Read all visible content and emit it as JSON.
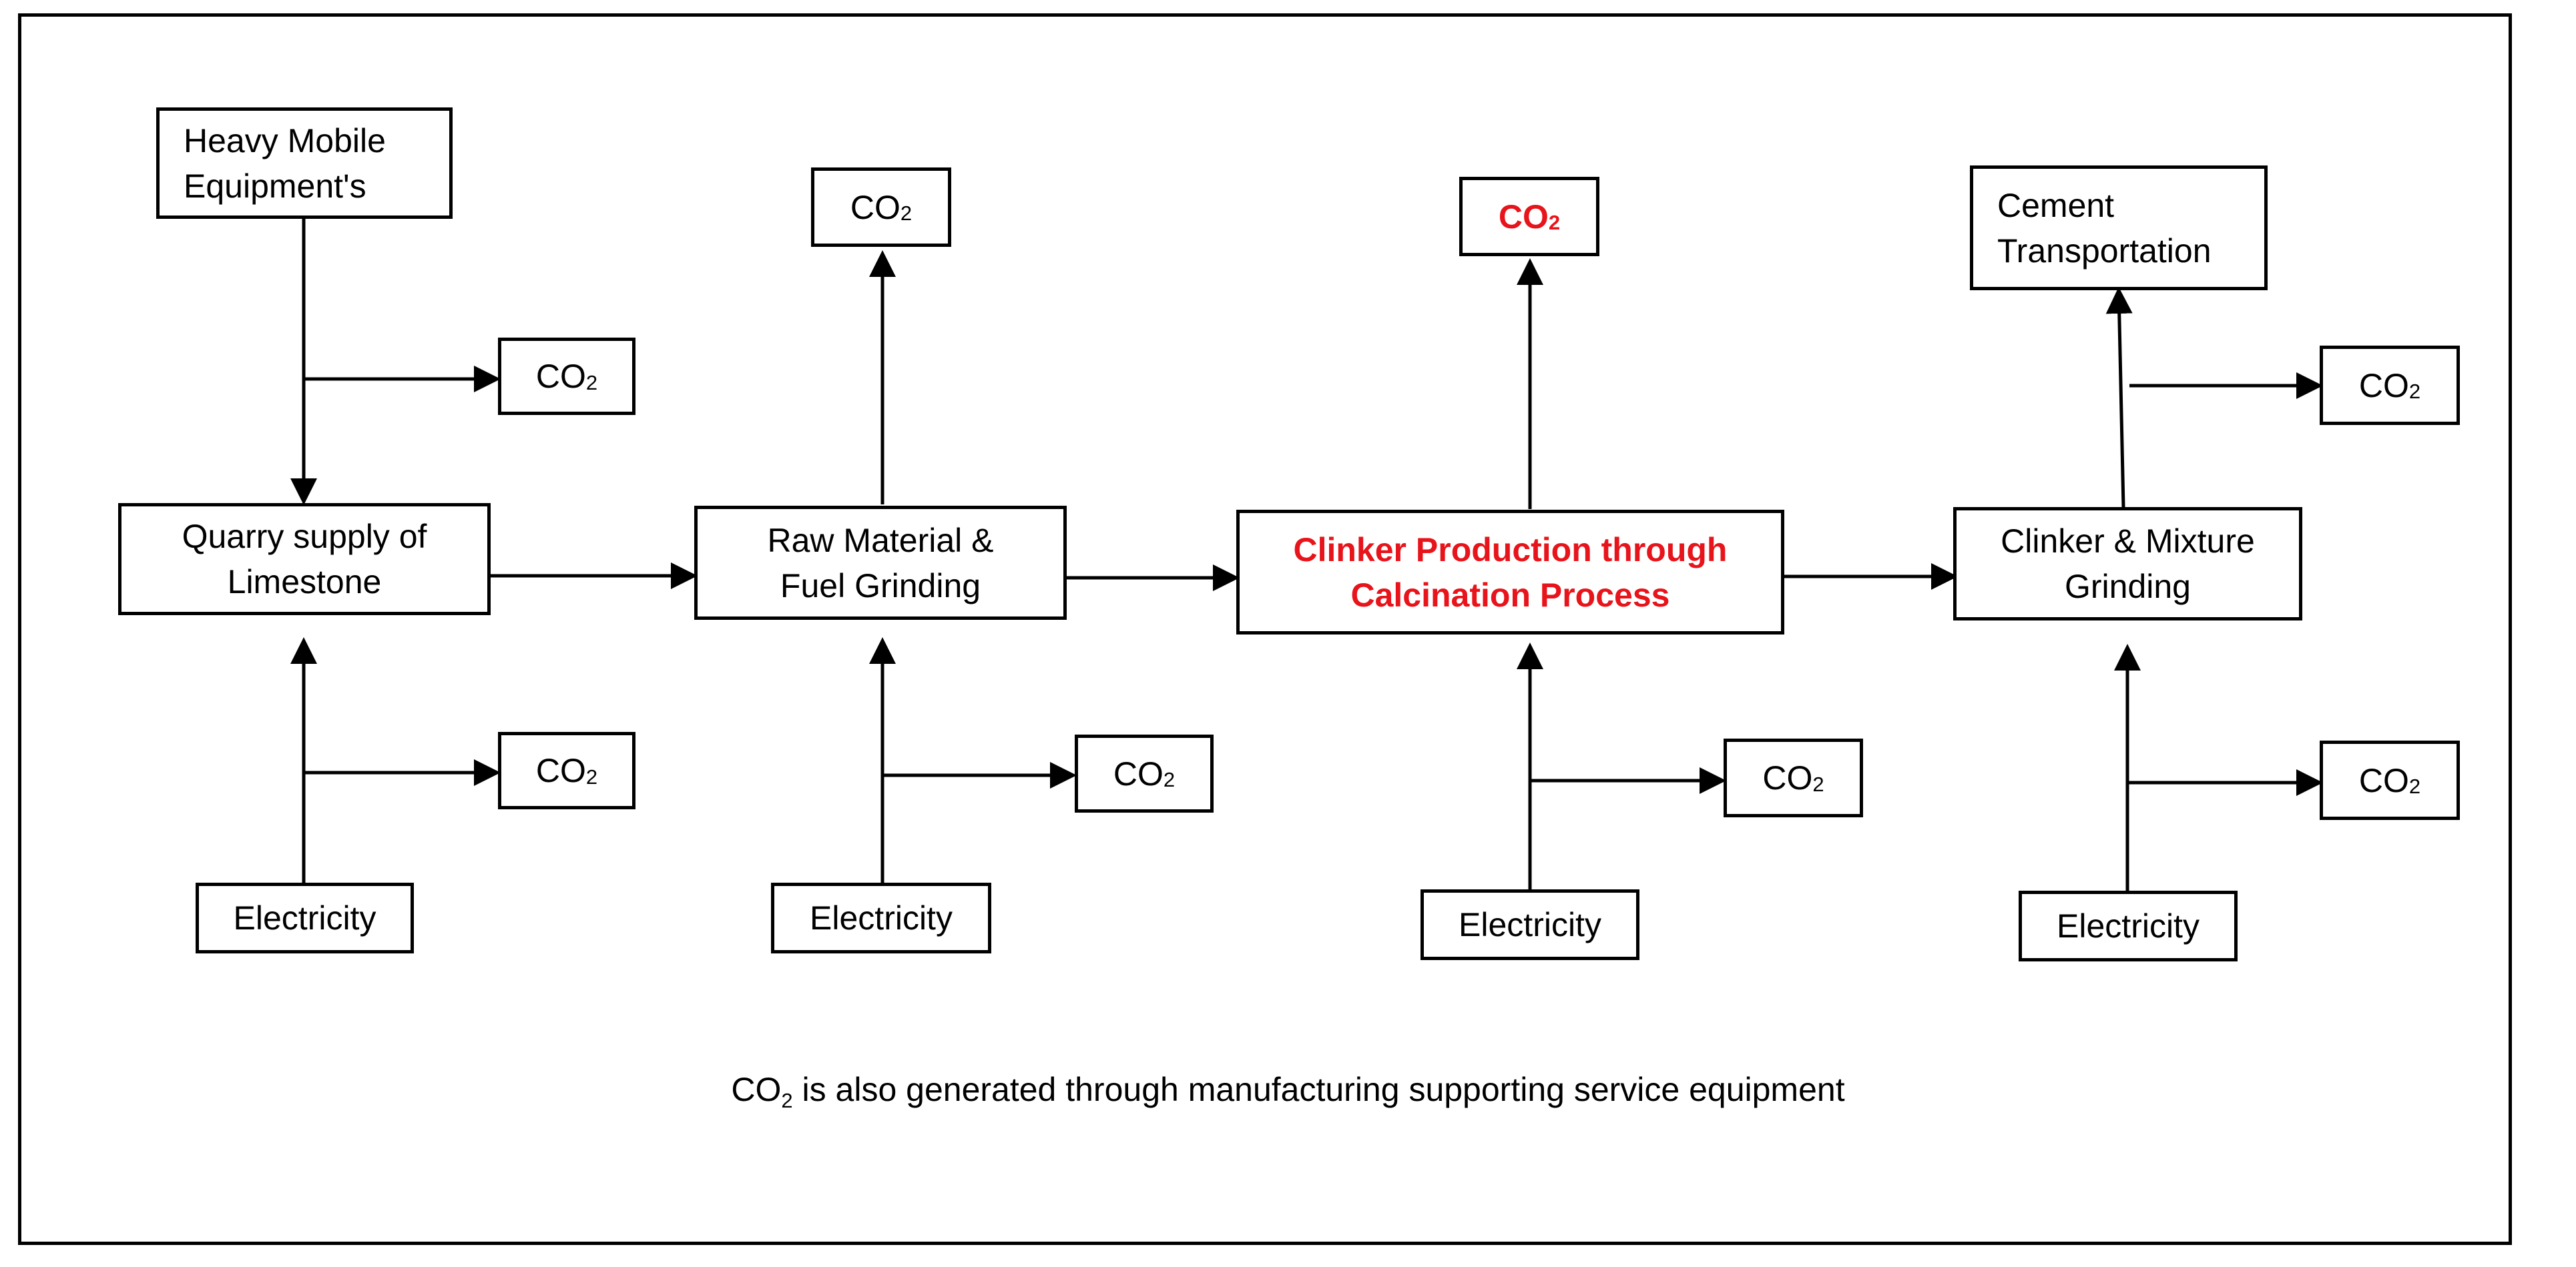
{
  "nodes": {
    "heavy_equipment": "Heavy Mobile\nEquipment's",
    "quarry": "Quarry supply of\nLimestone",
    "raw_material": "Raw Material &\nFuel Grinding",
    "clinker_production": "Clinker Production through\nCalcination Process",
    "clinker_grinding": "Clinker & Mixture\nGrinding",
    "cement_transport": "Cement\nTransportation",
    "electricity": "Electricity",
    "co2_main": "CO",
    "co2_sub": "2"
  },
  "footnote": {
    "co2_main": "CO",
    "co2_sub": "2",
    "text": " is also generated through manufacturing supporting service equipment"
  },
  "colors": {
    "highlight": "#e8141b",
    "line": "#000000"
  }
}
